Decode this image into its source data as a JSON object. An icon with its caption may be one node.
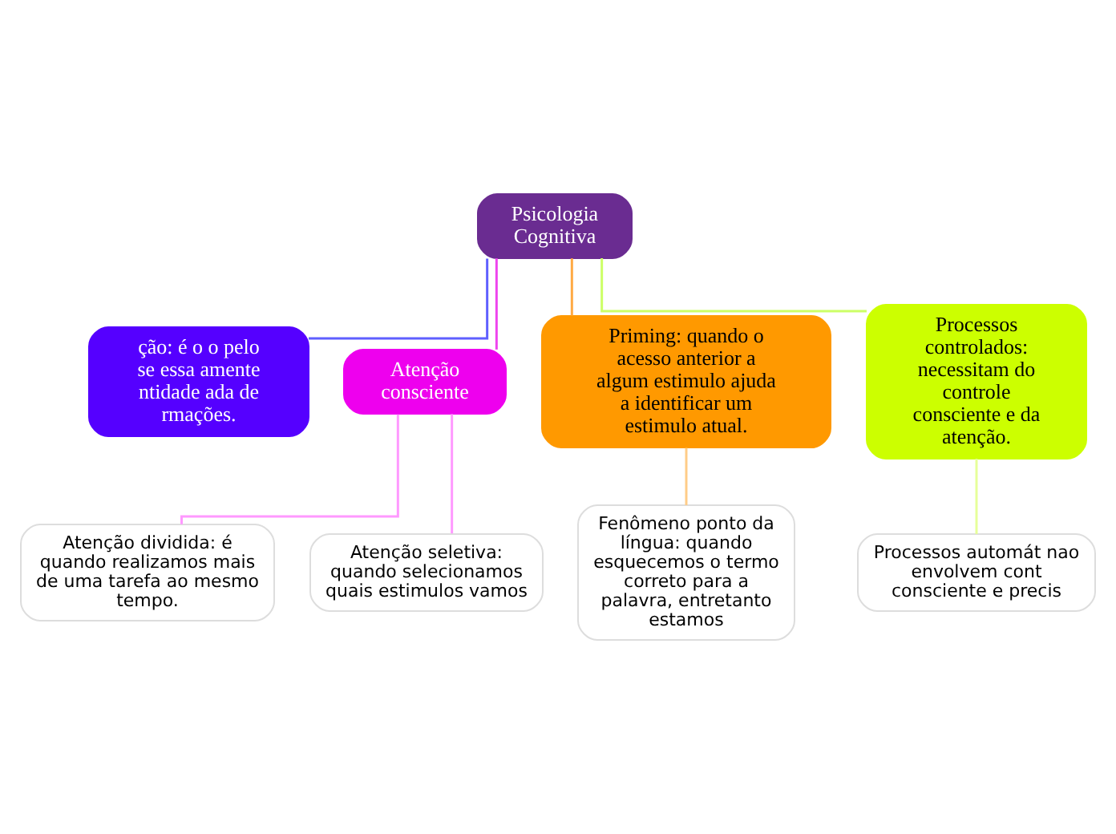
{
  "diagram": {
    "nodes": [
      {
        "text": [
          "Psicologia Cognitiva"
        ]
      },
      {
        "text": [
          "ção: é o o pelo se essa amente ntidade ada de rmações."
        ]
      },
      {
        "text": [
          "Atenção consciente"
        ]
      },
      {
        "text": [
          "Priming: quando o acesso anterior a algum estimulo ajuda a identificar um estimulo atual."
        ]
      },
      {
        "text": [
          "Processos controlados: necessitam do controle consciente e da atenção."
        ]
      },
      {
        "text": [
          "Atenção dividida: é quando realizamos mais de uma tarefa ao mesmo tempo."
        ]
      },
      {
        "text": [
          "Atenção seletiva: quando selecionamos quais estimulos vamos"
        ]
      },
      {
        "text": [
          "Fenômeno ponto da língua: quando esquecemos o termo correto para a palavra, entretanto estamos"
        ]
      },
      {
        "text": [
          "Processos automát nao envolvem cont consciente e precis"
        ]
      }
    ],
    "edges": [
      {
        "from": 0,
        "to": 1,
        "arrow": "none",
        "color": "#5f5fff"
      },
      {
        "from": 0,
        "to": 2,
        "arrow": "none",
        "color": "#ee44ee"
      },
      {
        "from": 0,
        "to": 3,
        "arrow": "none",
        "color": "#ffaa44"
      },
      {
        "from": 0,
        "to": 4,
        "arrow": "none",
        "color": "#ccff66"
      },
      {
        "from": 2,
        "to": 5,
        "arrow": "none",
        "color": "#ff99ff"
      },
      {
        "from": 2,
        "to": 6,
        "arrow": "none",
        "color": "#ff99ff"
      },
      {
        "from": 3,
        "to": 7,
        "arrow": "none",
        "color": "#ffcc88"
      },
      {
        "from": 4,
        "to": 8,
        "arrow": "none",
        "color": "#e6ff99"
      }
    ]
  }
}
